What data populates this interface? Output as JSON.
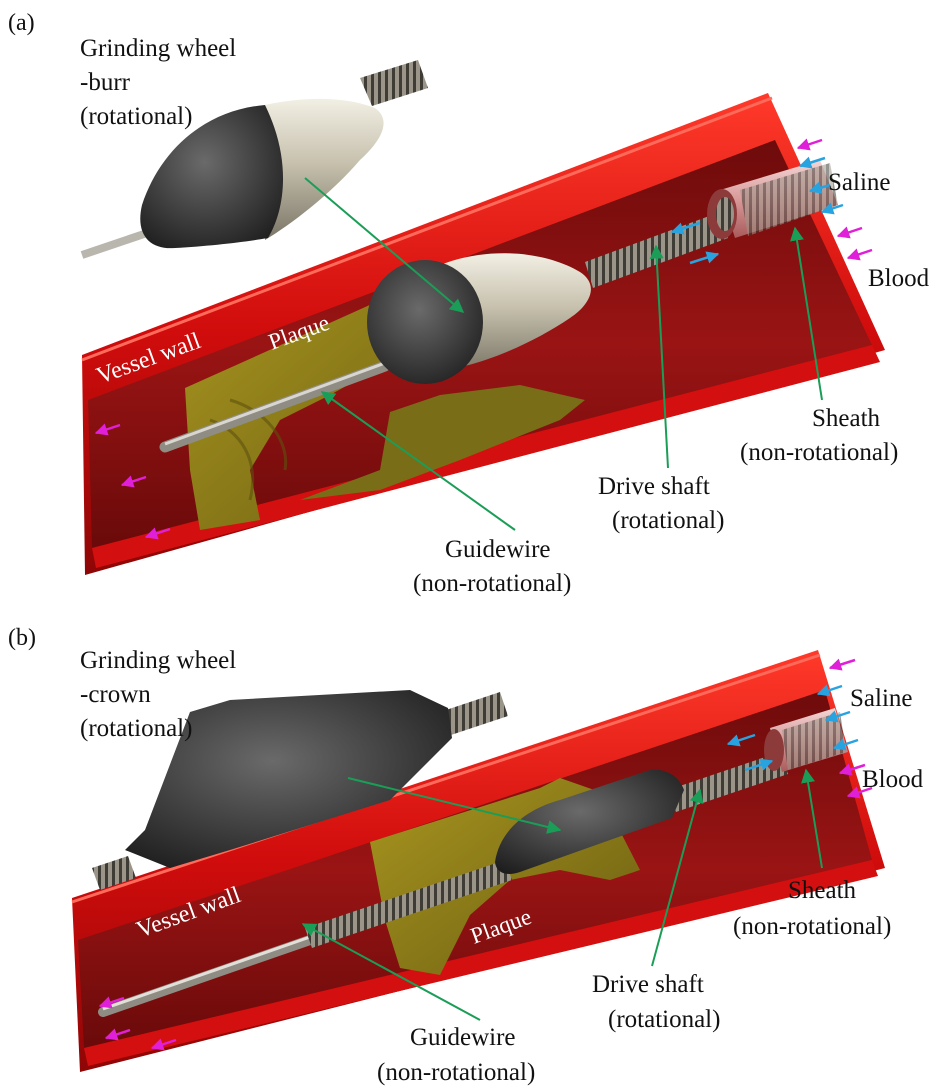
{
  "panels": [
    {
      "id": "a",
      "panel_label": "(a)",
      "inset_title": [
        "Grinding wheel",
        "-burr",
        "(rotational)"
      ],
      "vessel_wall": "Vessel wall",
      "plaque": "Plaque",
      "saline": "Saline",
      "blood": "Blood",
      "sheath": [
        "Sheath",
        "(non-rotational)"
      ],
      "drive_shaft": [
        "Drive shaft",
        "(rotational)"
      ],
      "guidewire": [
        "Guidewire",
        "(non-rotational)"
      ]
    },
    {
      "id": "b",
      "panel_label": "(b)",
      "inset_title": [
        "Grinding wheel",
        "-crown",
        "(rotational)"
      ],
      "vessel_wall": "Vessel wall",
      "plaque": "Plaque",
      "saline": "Saline",
      "blood": "Blood",
      "sheath": [
        "Sheath",
        "(non-rotational)"
      ],
      "drive_shaft": [
        "Drive shaft",
        "(rotational)"
      ],
      "guidewire": [
        "Guidewire",
        "(non-rotational)"
      ]
    }
  ],
  "colors": {
    "vessel_wall": "#e10f0f",
    "lumen": "#8a1010",
    "plaque": "#8a7d1c",
    "leader_line": "#1a9e57",
    "saline_arrow": "#29a3e0",
    "blood_arrow": "#e01fd8",
    "burr_abrasive": "#3a3a3a",
    "metal": "#c9c4b4"
  }
}
